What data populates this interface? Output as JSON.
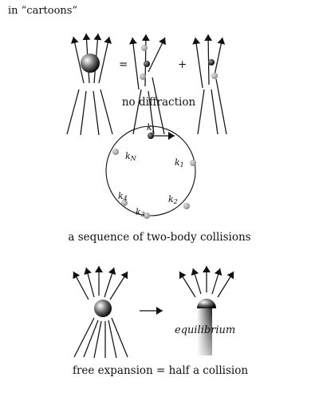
{
  "heading": "in “cartoons”",
  "section_1": {
    "equals_sign": "=",
    "plus_sign": "+",
    "caption": "no diffraction"
  },
  "section_2": {
    "caption": "a sequence of two-body collisions",
    "labels": [
      {
        "base": "k",
        "sub": "j"
      },
      {
        "base": "k",
        "sub": "N"
      },
      {
        "base": "k",
        "sub": "1"
      },
      {
        "base": "k",
        "sub": "4"
      },
      {
        "base": "k",
        "sub": "2"
      },
      {
        "base": "k",
        "sub": "3"
      }
    ]
  },
  "section_3": {
    "label": "equilibrium",
    "caption": "free expansion = half a collision"
  }
}
